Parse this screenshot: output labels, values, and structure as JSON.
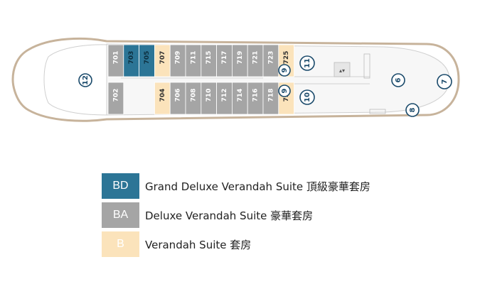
{
  "colors": {
    "BD": "#2c7596",
    "BA": "#a5a5a5",
    "B": "#fbe3bb",
    "hull_fill": "#ffffff",
    "hull_stroke": "#c7b39b",
    "deck_fill": "#f7f7f7",
    "marker": "#1a4a6b"
  },
  "deck": {
    "top_cabins": [
      {
        "id": "701",
        "category": "BA"
      },
      {
        "id": "703",
        "category": "BD"
      },
      {
        "id": "705",
        "category": "BD"
      },
      {
        "id": "707",
        "category": "B"
      },
      {
        "id": "709",
        "category": "BA"
      },
      {
        "id": "711",
        "category": "BA"
      },
      {
        "id": "715",
        "category": "BA"
      },
      {
        "id": "717",
        "category": "BA"
      },
      {
        "id": "719",
        "category": "BA"
      },
      {
        "id": "721",
        "category": "BA"
      },
      {
        "id": "723",
        "category": "BA"
      },
      {
        "id": "725",
        "category": "B"
      }
    ],
    "bottom_cabins": [
      {
        "id": "702",
        "category": "BA"
      },
      {
        "id": "704",
        "category": "B"
      },
      {
        "id": "706",
        "category": "BA"
      },
      {
        "id": "708",
        "category": "BA"
      },
      {
        "id": "710",
        "category": "BA"
      },
      {
        "id": "712",
        "category": "BA"
      },
      {
        "id": "714",
        "category": "BA"
      },
      {
        "id": "716",
        "category": "BA"
      },
      {
        "id": "718",
        "category": "BA"
      },
      {
        "id": "720",
        "category": "B"
      }
    ],
    "markers": [
      "12",
      "9",
      "11",
      "9",
      "10",
      "6",
      "7",
      "8"
    ]
  },
  "legend": [
    {
      "code": "BD",
      "label": "Grand Deluxe Verandah Suite 頂級豪華套房"
    },
    {
      "code": "BA",
      "label": "Deluxe Verandah Suite 豪華套房"
    },
    {
      "code": "B",
      "label": "Verandah Suite 套房"
    }
  ]
}
